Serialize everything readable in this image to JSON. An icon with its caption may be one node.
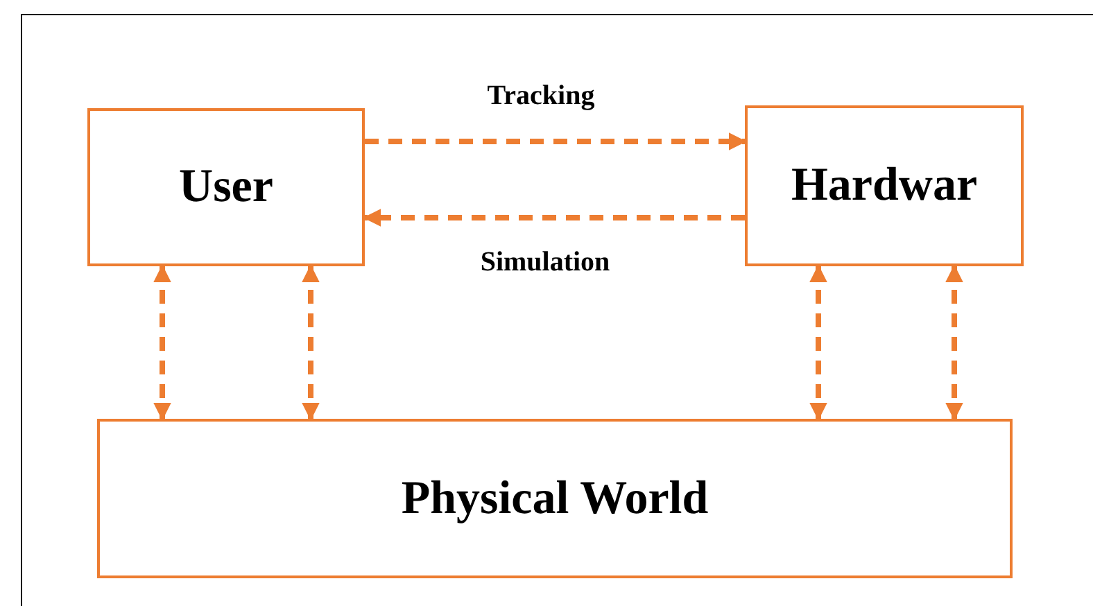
{
  "diagram": {
    "nodes": [
      {
        "text": [
          "User"
        ]
      },
      {
        "text": [
          "Hardwar"
        ]
      },
      {
        "text": [
          "Physical World"
        ]
      }
    ],
    "edges": [
      {
        "from": 0,
        "to": 1,
        "arrow": "to",
        "label": "Tracking",
        "style": "dashed"
      },
      {
        "from": 1,
        "to": 0,
        "arrow": "to",
        "label": "Simulation",
        "style": "dashed"
      },
      {
        "from": 0,
        "to": 2,
        "arrow": "both",
        "style": "dashed"
      },
      {
        "from": 0,
        "to": 2,
        "arrow": "both",
        "style": "dashed"
      },
      {
        "from": 1,
        "to": 2,
        "arrow": "both",
        "style": "dashed"
      },
      {
        "from": 1,
        "to": 2,
        "arrow": "both",
        "style": "dashed"
      }
    ]
  }
}
